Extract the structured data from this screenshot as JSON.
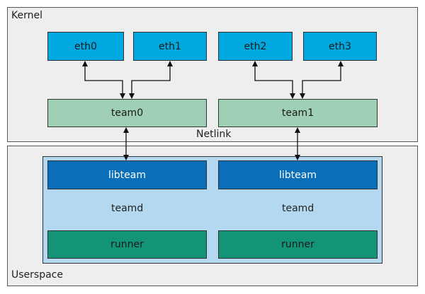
{
  "regions": {
    "kernel_label": "Kernel",
    "userspace_label": "Userspace"
  },
  "kernel": {
    "interfaces": [
      "eth0",
      "eth1",
      "eth2",
      "eth3"
    ],
    "teams": [
      "team0",
      "team1"
    ],
    "netlink_label": "Netlink"
  },
  "userspace": {
    "libteam": [
      "libteam",
      "libteam"
    ],
    "teamd": [
      "teamd",
      "teamd"
    ],
    "runner": [
      "runner",
      "runner"
    ]
  },
  "colors": {
    "interface": "#00a8e0",
    "team": "#9fd0b5",
    "teamd_area": "#b3d8ef",
    "libteam": "#0a6eb8",
    "runner": "#149477",
    "region_bg": "#eeeeee"
  }
}
